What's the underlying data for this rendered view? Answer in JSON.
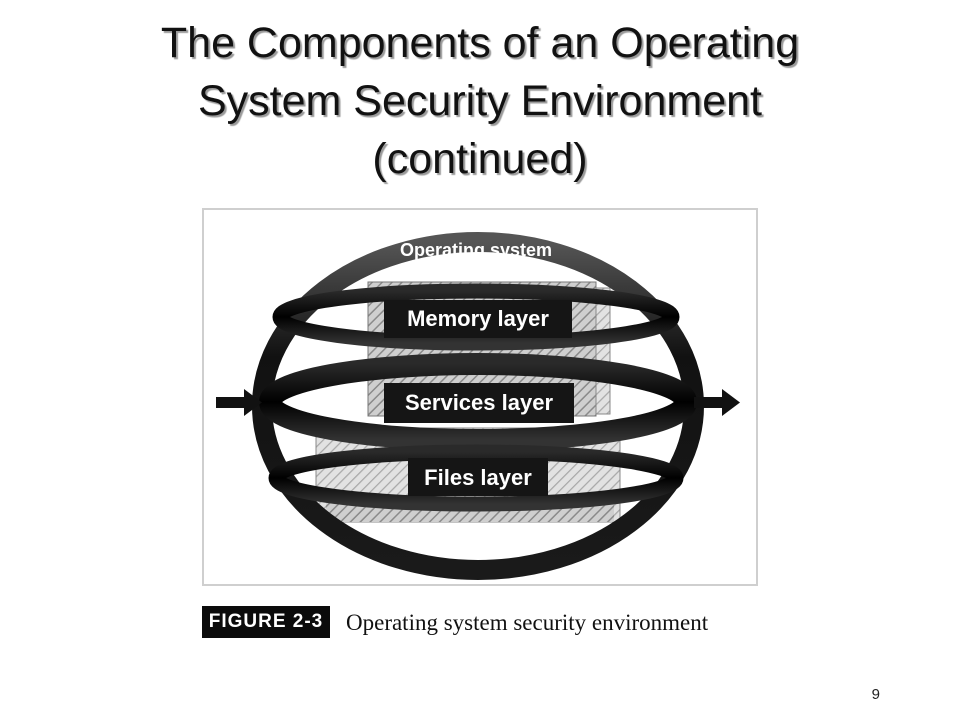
{
  "slide": {
    "title_lines": [
      "The Components of an Operating",
      "System Security Environment",
      "(continued)"
    ],
    "page_number": "9"
  },
  "figure": {
    "label": "FIGURE 2-3",
    "caption": "Operating system security environment",
    "diagram": {
      "outer_label": "Operating system",
      "layers": [
        "Memory layer",
        "Services layer",
        "Files layer"
      ]
    }
  }
}
